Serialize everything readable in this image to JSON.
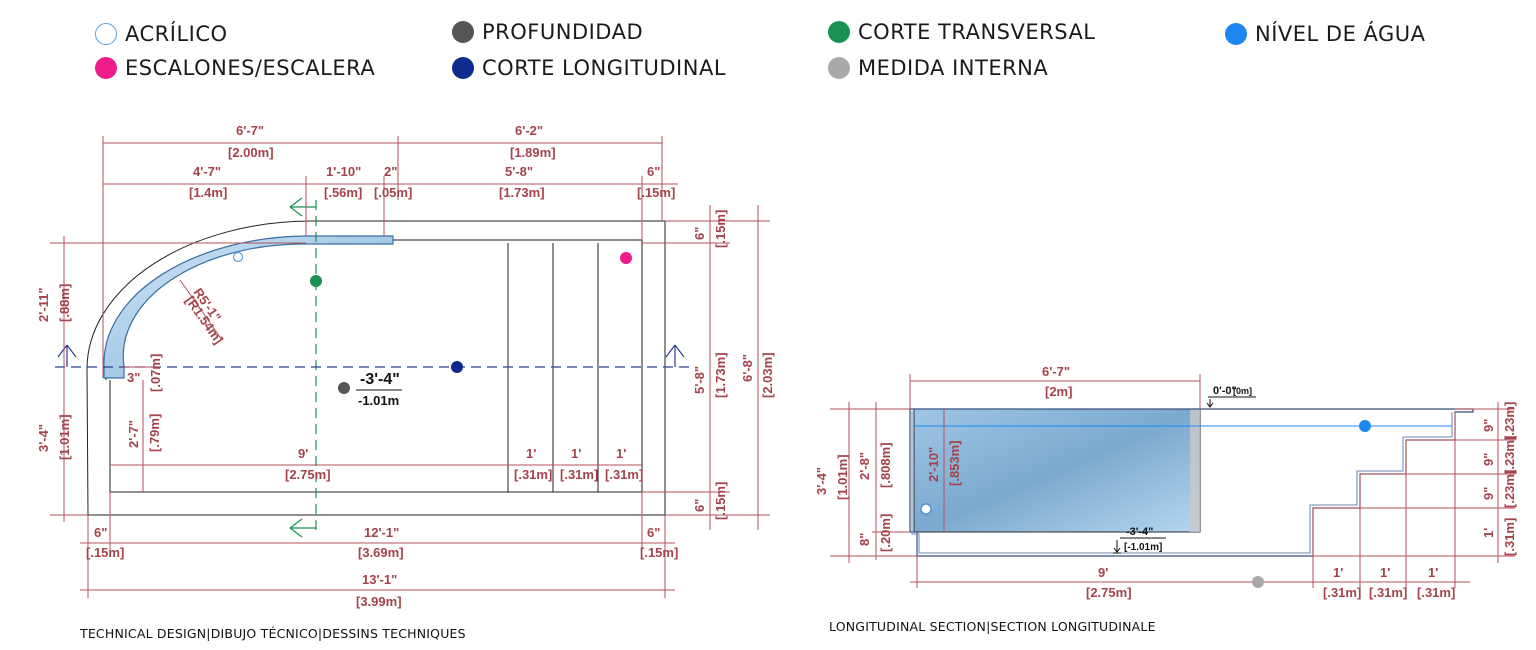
{
  "legend": {
    "acrilico": {
      "label": "ACRÍLICO",
      "color": "#5aa0d8"
    },
    "profundidad": {
      "label": "PROFUNDIDAD",
      "color": "#555555"
    },
    "corte_transversal": {
      "label": "CORTE TRANSVERSAL",
      "color": "#1a9150"
    },
    "nivel_agua": {
      "label": "NÍVEL DE ÁGUA",
      "color": "#1e88f0"
    },
    "escalones": {
      "label": "ESCALONES/ESCALERA",
      "color": "#ee1c8a"
    },
    "corte_longitudinal": {
      "label": "CORTE LONGITUDINAL",
      "color": "#0d2a8c"
    },
    "medida_interna": {
      "label": "MEDIDA INTERNA",
      "color": "#a9a9a9"
    }
  },
  "captions": {
    "left": "TECHNICAL DESIGN|DIBUJO TÉCNICO|DESSINS TECHNIQUES",
    "right": "LONGITUDINAL SECTION|SECTION LONGITUDINALE"
  },
  "plan": {
    "top_total_a": "6'-7\"",
    "top_total_a_m": "[2.00m]",
    "top_total_b": "6'-2\"",
    "top_total_b_m": "[1.89m]",
    "d1": "4'-7\"",
    "d1_m": "[1.4m]",
    "d2": "1'-10\"",
    "d2_m": "[.56m]",
    "d3": "2\"",
    "d3_m": "[.05m]",
    "d4": "5'-8\"",
    "d4_m": "[1.73m]",
    "d5": "6\"",
    "d5_m": "[.15m]",
    "right_top": "6\"",
    "right_top_m": "[.15m]",
    "right_mid": "5'-8\"",
    "right_mid_m": "[1.73m]",
    "right_total": "6'-8\"",
    "right_total_m": "[2.03m]",
    "right_bot": "6\"",
    "right_bot_m": "[.15m]",
    "left_top": "2'-11\"",
    "left_top_m": "[.88m]",
    "left_bot": "3'-4\"",
    "left_bot_m": "[1.01m]",
    "radius": "R5'-1\"",
    "radius_m": "[R1.54m]",
    "small_3": "3\"",
    "small_3_m": "[.07m]",
    "inner_h": "2'-7\"",
    "inner_h_m": "[.79m]",
    "depth": "-3'-4\"",
    "depth_m": "-1.01m",
    "inner_9": "9'",
    "inner_9_m": "[2.75m]",
    "step": "1'",
    "step_m": "[.31m]",
    "bottom_left6": "6\"",
    "bottom_left6_m": "[.15m]",
    "bottom_mid": "12'-1\"",
    "bottom_mid_m": "[3.69m]",
    "bottom_right6": "6\"",
    "bottom_right6_m": "[.15m]",
    "bottom_total": "13'-1\"",
    "bottom_total_m": "[3.99m]"
  },
  "section": {
    "top_w": "6'-7\"",
    "top_w_m": "[2m]",
    "level": "0'-0\"",
    "level_m": "[0m]",
    "total_h": "3'-4\"",
    "total_h_m": "[1.01m]",
    "h2": "2'-8\"",
    "h2_m": "[.808m]",
    "h3": "2'-10\"",
    "h3_m": "[.853m]",
    "h4": "8\"",
    "h4_m": "[.20m]",
    "depth": "-3'-4\"",
    "depth_m": "[-1.01m]",
    "len9": "9'",
    "len9_m": "[2.75m]",
    "step": "1'",
    "step_m": "[.31m]",
    "rise": "9\"",
    "rise_m": "[.23m]",
    "rise_last": "1'",
    "rise_last_m": "[.31m]"
  }
}
